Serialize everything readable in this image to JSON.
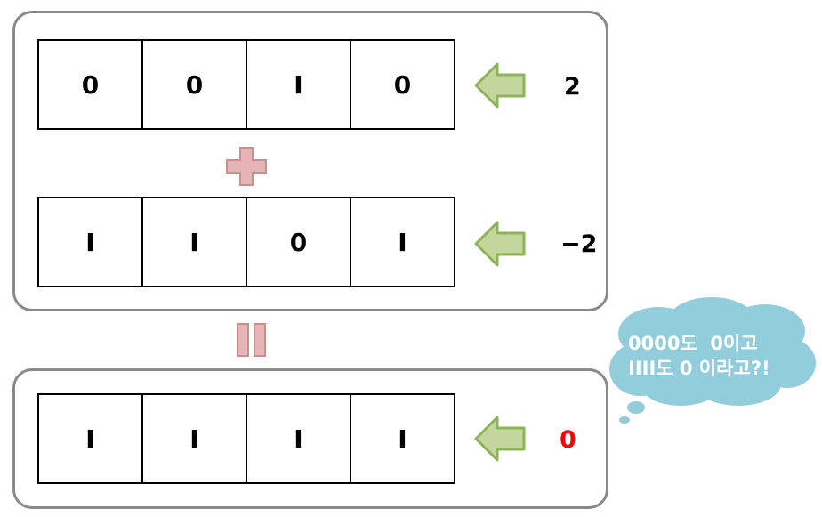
{
  "rows": [
    {
      "bits": [
        "0",
        "0",
        "I",
        "0"
      ],
      "value": "2",
      "value_color": "#000000"
    },
    {
      "bits": [
        "I",
        "I",
        "0",
        "I"
      ],
      "value": "−2",
      "value_color": "#000000"
    },
    {
      "bits": [
        "I",
        "I",
        "I",
        "I"
      ],
      "value": "0",
      "value_color": "#ff0000"
    }
  ],
  "operators": {
    "plus": "+",
    "equals": "="
  },
  "bubble": {
    "line1": "0000도  0이고",
    "line2": "IIII도 0 이라고?!"
  },
  "colors": {
    "arrow_fill": "#c3d69b",
    "arrow_stroke": "#8db45a",
    "operator": "#e6b4b4",
    "operator_stroke": "#c98e8e",
    "cloud": "#92cddc",
    "panel_border": "#8a8a8a"
  }
}
